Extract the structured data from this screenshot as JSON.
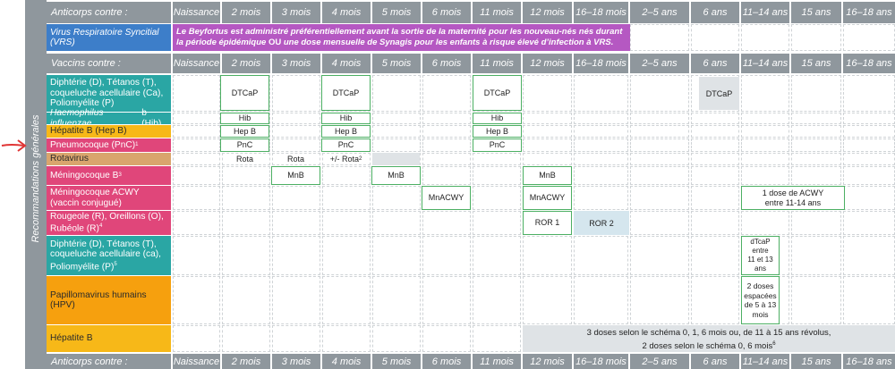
{
  "header_age_label": "Anticorps contre :",
  "vaccins_label": "Vaccins contre :",
  "ages": [
    "Naissance",
    "2 mois",
    "3 mois",
    "4 mois",
    "5 mois",
    "6 mois",
    "11 mois",
    "12 mois",
    "16–18 mois",
    "2–5 ans",
    "6 ans",
    "11–14 ans",
    "15 ans",
    "16–18 ans"
  ],
  "side_label": "Recommandations générales",
  "vrs": {
    "label": "Virus Respiratoire Syncitial (VRS)",
    "note_1": "Le Beyfortus est administré préférentiellement avant la sortie de la maternité pour les nouveau-nés nés durant",
    "note_2a": "la période épidémique ",
    "note_2b": "OU",
    "note_2c": " une dose mensuelle de Synagis pour les enfants à risque élevé d’infection à VRS."
  },
  "rows": {
    "dtcap": {
      "label": "Diphtérie (D), Tétanos (T), coqueluche acellulaire (Ca), Poliomyélite (P)",
      "dose": "DTCaP",
      "booster": "DTCaP"
    },
    "hib": {
      "label_a": "Haemophilus influenzae",
      "label_b": " b (Hib)",
      "dose": "Hib"
    },
    "hepb": {
      "label": "Hépatite B (Hep B)",
      "dose": "Hep B"
    },
    "pnc": {
      "label": "Pneumocoque (PnC)",
      "sup": "1",
      "dose": "PnC"
    },
    "rota": {
      "label": "Rotavirus",
      "dose": "Rota",
      "dose_opt": "+/- Rota",
      "sup": "2"
    },
    "menb": {
      "label": "Méningocoque B",
      "sup": "3",
      "dose": "MnB"
    },
    "acwy": {
      "label": "Méningocoque ACWY (vaccin conjugué)",
      "dose": "MnACWY",
      "teen": "1 dose de ACWY entre 11-14 ans"
    },
    "ror": {
      "label": "Rougeole (R), Oreillons (O), Rubéole (R)",
      "sup": "4",
      "dose1": "ROR 1",
      "dose2": "ROR 2"
    },
    "dtcap2": {
      "label": "Diphtérie (D), Tétanos (T), coqueluche acellulaire (ca), Poliomyélite (P)",
      "sup": "5",
      "dose_l1": "dTcaP",
      "dose_l2": "entre",
      "dose_l3": "11 et 13 ans"
    },
    "hpv": {
      "label": "Papillomavirus humains (HPV)",
      "dose_l1": "2 doses",
      "dose_l2": "espacées",
      "dose_l3": "de 5 à 13",
      "dose_l4": "mois"
    },
    "hepb2": {
      "label": "Hépatite B",
      "note_1": "3 doses selon le schéma 0, 1, 6 mois ou, de 11 à 15 ans révolus,",
      "note_2": "2 doses selon le schéma 0, 6 mois",
      "sup": "6"
    }
  },
  "colors": {
    "header": "#8f979d",
    "vrs": "#3d7ec9",
    "vrs_note": "#b558c2",
    "teal": "#2aa6a4",
    "pink": "#e0467a",
    "yellow": "#f7b818",
    "rota": "#d9a56d",
    "orange": "#f6a00e",
    "green": "#4caf63",
    "grey_box": "#dfe3e6",
    "blue_box": "#d5e6ee",
    "arrow": "#e03535"
  },
  "annotation_icon": "red-arrow-icon"
}
